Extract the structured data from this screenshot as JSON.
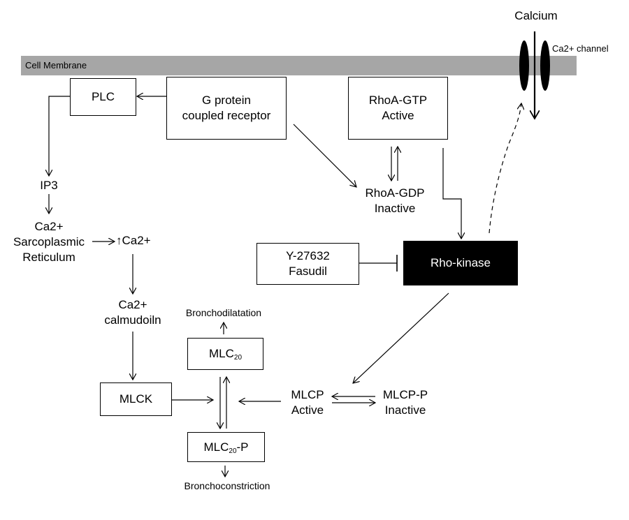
{
  "membrane": {
    "label": "Cell Membrane"
  },
  "calcium": {
    "label": "Calcium",
    "channel_label": "Ca2+ channel"
  },
  "nodes": {
    "plc": "PLC",
    "gpcr": [
      "G protein",
      "coupled receptor"
    ],
    "rhoa_gtp": [
      "RhoA-GTP",
      "Active"
    ],
    "rhoa_gdp": [
      "RhoA-GDP",
      "Inactive"
    ],
    "ip3": "IP3",
    "ca_sr": [
      "Ca2+",
      "Sarcoplasmic",
      "Reticulum"
    ],
    "ca_up_arrow": "↑",
    "ca_up": "Ca2+",
    "ca_calmodulin": [
      "Ca2+",
      "calmudoiln"
    ],
    "inhibitors": [
      "Y-27632",
      "Fasudil"
    ],
    "rho_kinase": "Rho-kinase",
    "bronchodilatation": "Bronchodilatation",
    "mlc20": {
      "base": "MLC",
      "sub": "20"
    },
    "mlck": "MLCK",
    "mlcp_active": [
      "MLCP",
      "Active"
    ],
    "mlcp_inactive": [
      "MLCP-P",
      "Inactive"
    ],
    "mlc20p": {
      "base": "MLC",
      "sub": "20",
      "suffix": "-P"
    },
    "bronchoconstriction": "Bronchoconstriction"
  }
}
